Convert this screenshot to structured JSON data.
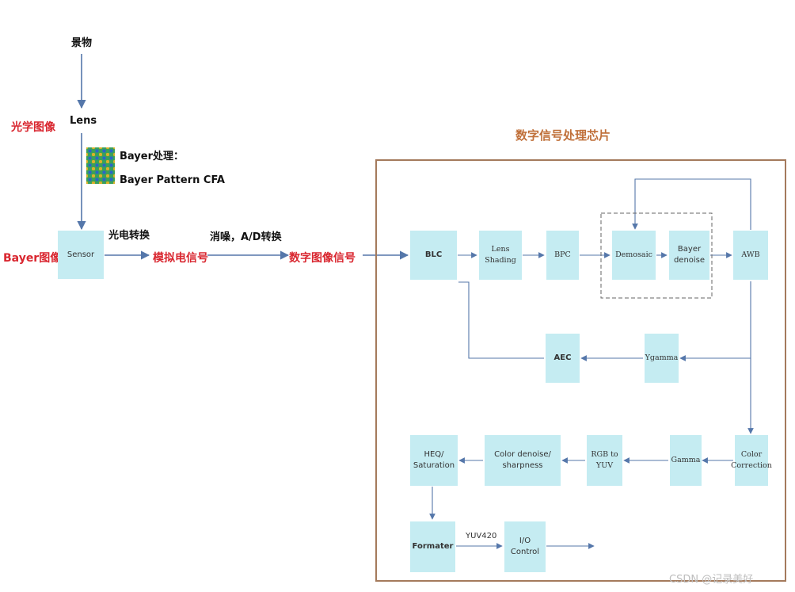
{
  "left": {
    "scene": "景物",
    "lens": "Lens",
    "optical_image": "光学图像",
    "bayer_processing": "Bayer处理：",
    "bayer_pattern": "Bayer Pattern CFA",
    "bayer_image": "Bayer图像",
    "sensor": "Sensor",
    "photoelectric": "光电转换",
    "analog_signal": "模拟电信号",
    "noise_ad": "消噪，A/D转换",
    "digital_image_signal": "数字图像信号"
  },
  "chip": {
    "title": "数字信号处理芯片",
    "row1": [
      "BLC",
      "Lens Shading",
      "BPC",
      "Demosaic",
      "Bayer denoise",
      "AWB"
    ],
    "row2": [
      "AEC",
      "Ygamma"
    ],
    "row3": [
      "HEQ/ Saturation",
      "Color denoise/ sharpness",
      "RGB to YUV",
      "Gamma",
      "Color Correction"
    ],
    "row4": [
      "Formater",
      "I/O Control"
    ],
    "yuv_label": "YUV420"
  },
  "watermark": "CSDN @记录美好",
  "colors": {
    "box_fill": "#c5ecf2",
    "arrow": "#5577aa",
    "frame": "#a47a5c",
    "label_red": "#d9262f"
  }
}
